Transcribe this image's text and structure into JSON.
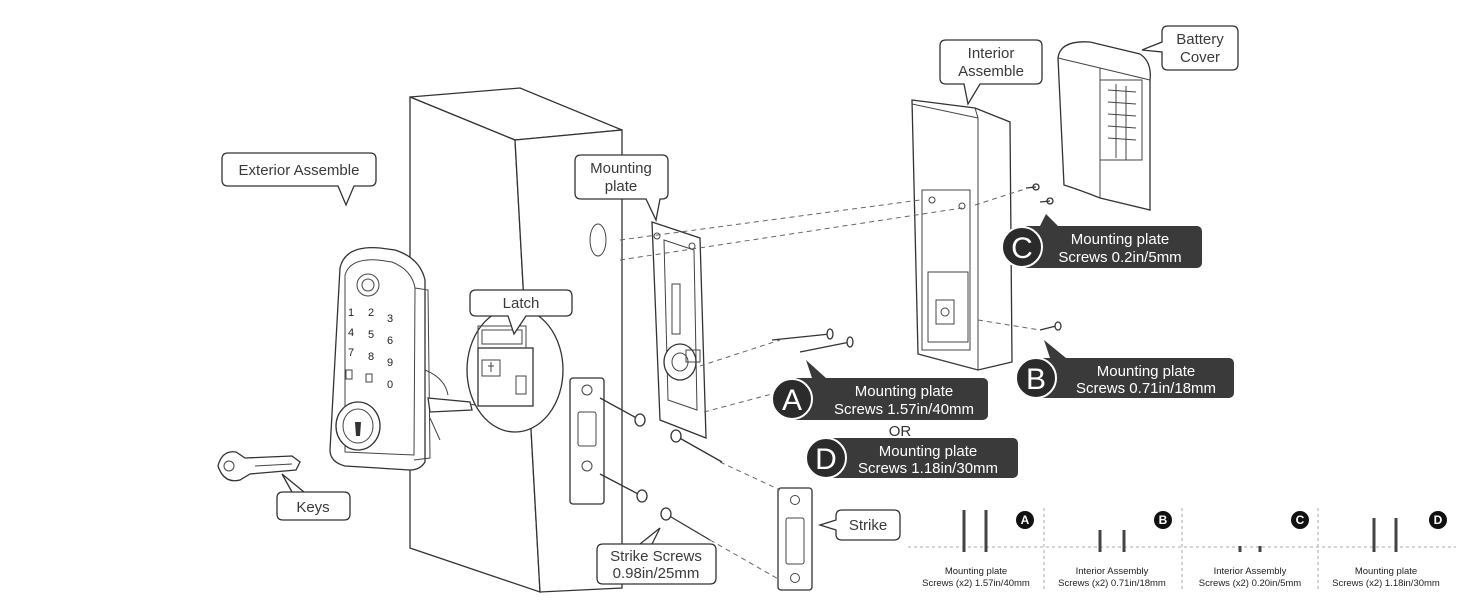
{
  "callouts": {
    "exterior_assemble": "Exterior Assemble",
    "latch": "Latch",
    "keys": "Keys",
    "mounting_plate_line1": "Mounting",
    "mounting_plate_line2": "plate",
    "interior_line1": "Interior",
    "interior_line2": "Assemble",
    "battery_line1": "Battery",
    "battery_line2": "Cover",
    "strike": "Strike",
    "strike_screws_line1": "Strike Screws",
    "strike_screws_line2": "0.98in/25mm"
  },
  "screw_labels": {
    "a": {
      "letter": "A",
      "line1": "Mounting plate",
      "line2": "Screws 1.57in/40mm"
    },
    "b": {
      "letter": "B",
      "line1": "Mounting plate",
      "line2": "Screws 0.71in/18mm"
    },
    "c": {
      "letter": "C",
      "line1": "Mounting plate",
      "line2": "Screws 0.2in/5mm"
    },
    "d": {
      "letter": "D",
      "line1": "Mounting plate",
      "line2": "Screws 1.18in/30mm"
    },
    "or": "OR"
  },
  "keypad": [
    "1",
    "2",
    "3",
    "4",
    "5",
    "6",
    "7",
    "8",
    "9",
    "0"
  ],
  "legend": [
    {
      "letter": "A",
      "line1": "Mounting plate",
      "line2": "Screws (x2) 1.57in/40mm"
    },
    {
      "letter": "B",
      "line1": "Interior Assembly",
      "line2": "Screws (x2) 0.71in/18mm"
    },
    {
      "letter": "C",
      "line1": "Interior Assembly",
      "line2": "Screws (x2) 0.20in/5mm"
    },
    {
      "letter": "D",
      "line1": "Mounting plate",
      "line2": "Screws (x2) 1.18in/30mm"
    }
  ],
  "colors": {
    "badge": "#2b2b2b",
    "label_bg": "#3a3a3a",
    "outline": "#333333"
  }
}
